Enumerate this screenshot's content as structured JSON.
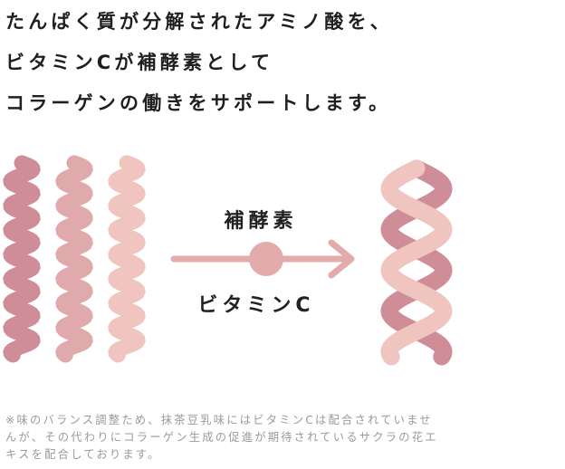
{
  "heading": {
    "lines": [
      "たんぱく質が分解されたアミノ酸を、",
      "ビタミンCが補酵素として",
      "コラーゲンの働きをサポートします。"
    ]
  },
  "diagram": {
    "enzyme_label": "補酵素",
    "vitamin_label": "ビタミンC",
    "colors": {
      "strand_dark": "#cf8e97",
      "strand_mid": "#e0aaac",
      "strand_light": "#f1c5bf",
      "arrow": "#e3abaa",
      "helix_back": "#cf8e97",
      "helix_front": "#f1c5bf"
    }
  },
  "footnote": {
    "lines": [
      "※味のバランス調整ため、抹茶豆乳味にはビタミンCは配合されていませ",
      "んが、その代わりにコラーゲン生成の促進が期待されているサクラの花エ",
      "キスを配合しております。"
    ]
  }
}
